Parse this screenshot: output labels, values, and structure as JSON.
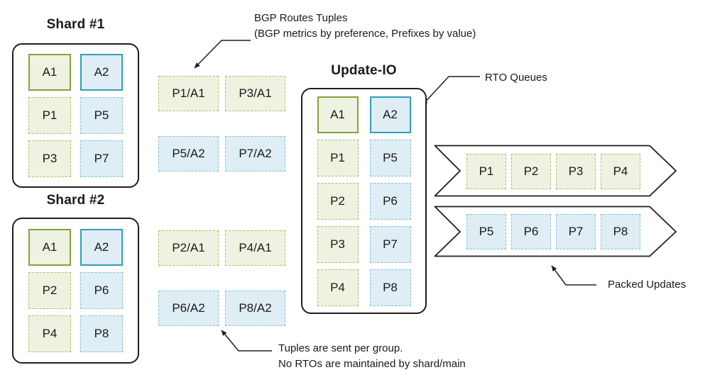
{
  "colors": {
    "outline": "#1f1f1f",
    "green_border": "#85a13d",
    "green_dash_border": "#a9c167",
    "green_fill": "#eef3e1",
    "blue_border": "#359cba",
    "blue_dash_border": "#86c1da",
    "blue_fill": "#dfedf5"
  },
  "shard1": {
    "title": "Shard #1",
    "cells": [
      "A1",
      "A2",
      "P1",
      "P5",
      "P3",
      "P7"
    ]
  },
  "shard2": {
    "title": "Shard #2",
    "cells": [
      "A1",
      "A2",
      "P2",
      "P6",
      "P4",
      "P8"
    ]
  },
  "update_io": {
    "title": "Update-IO",
    "cells": [
      "A1",
      "A2",
      "P1",
      "P5",
      "P2",
      "P6",
      "P3",
      "P7",
      "P4",
      "P8"
    ]
  },
  "tuples": {
    "group1": [
      "P1/A1",
      "P3/A1",
      "P5/A2",
      "P7/A2"
    ],
    "group2": [
      "P2/A1",
      "P4/A1",
      "P6/A2",
      "P8/A2"
    ]
  },
  "queues": {
    "q1": [
      "P1",
      "P2",
      "P3",
      "P4"
    ],
    "q2": [
      "P5",
      "P6",
      "P7",
      "P8"
    ]
  },
  "annotations": {
    "bgp_tuples_line1": "BGP Routes Tuples",
    "bgp_tuples_line2": "(BGP metrics by preference, Prefixes by value)",
    "rto_queues": "RTO Queues",
    "packed_updates": "Packed Updates",
    "note_line1": "Tuples are sent per group.",
    "note_line2": "No RTOs are maintained by shard/main"
  }
}
